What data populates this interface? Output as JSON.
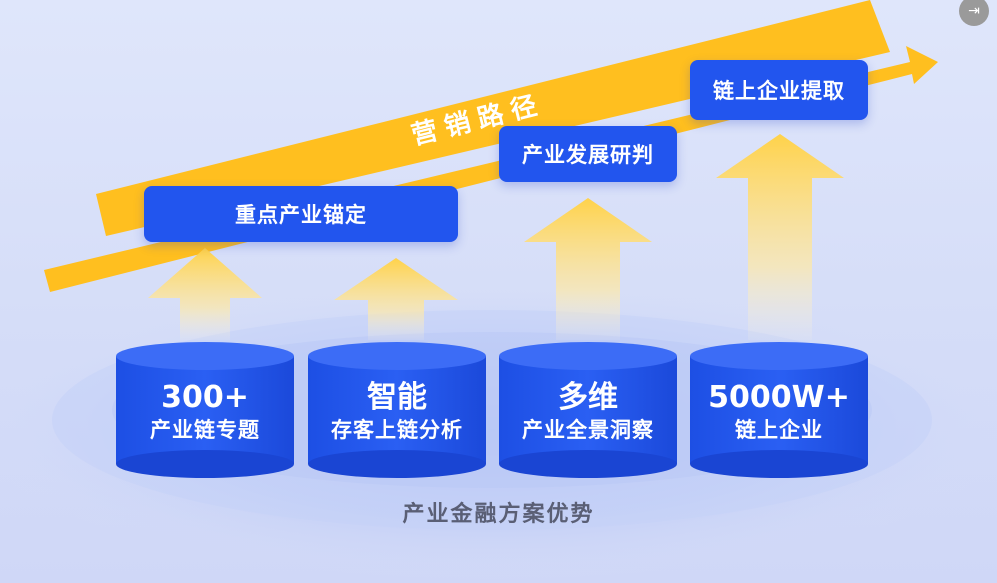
{
  "path_label": "营销路径",
  "tags": [
    {
      "label": "重点产业锚定"
    },
    {
      "label": "产业发展研判"
    },
    {
      "label": "链上企业提取"
    }
  ],
  "cylinders": [
    {
      "big": "300+",
      "small": "产业链专题"
    },
    {
      "big": "智能",
      "small": "存客上链分析"
    },
    {
      "big": "多维",
      "small": "产业全景洞察"
    },
    {
      "big": "5000W+",
      "small": "链上企业"
    }
  ],
  "caption": "产业金融方案优势",
  "corner_icon": "exit-icon",
  "colors": {
    "blue": "#2255ee",
    "yellow": "#ffbf1f",
    "bg": "#d9e1f9"
  }
}
